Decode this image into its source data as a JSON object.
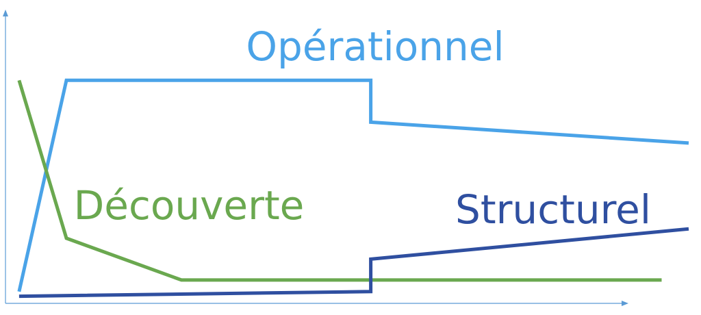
{
  "chart_data": {
    "type": "line",
    "title": "",
    "xlabel": "",
    "ylabel": "",
    "xlim": [
      0,
      100
    ],
    "ylim": [
      0,
      100
    ],
    "grid": false,
    "legend": "none",
    "axis_color": "#5b9bd5",
    "series": [
      {
        "name": "Opérationnel",
        "color": "#4aa3e8",
        "x": [
          1,
          8,
          53,
          53,
          100
        ],
        "y": [
          3,
          94,
          94,
          76,
          67
        ]
      },
      {
        "name": "Découverte",
        "color": "#6aa84f",
        "x": [
          1,
          8,
          25,
          96
        ],
        "y": [
          94,
          26,
          8,
          8
        ]
      },
      {
        "name": "Structurel",
        "color": "#2f4fa0",
        "x": [
          1,
          53,
          53,
          100
        ],
        "y": [
          1,
          3,
          17,
          30
        ]
      }
    ]
  }
}
